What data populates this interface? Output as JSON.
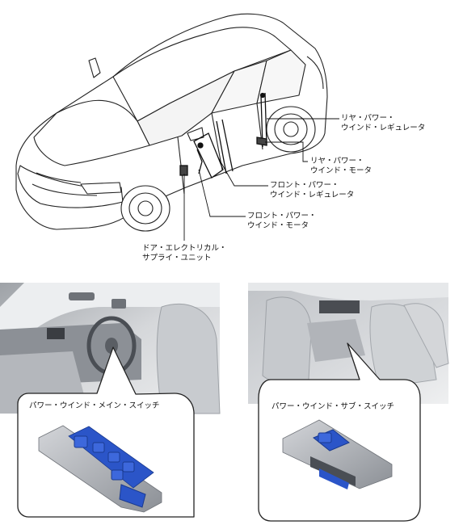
{
  "labels": {
    "rear_regulator": [
      "リヤ・パワー・",
      "ウインド・レギュレータ"
    ],
    "rear_motor": [
      "リヤ・パワー・",
      "ウインド・モータ"
    ],
    "front_regulator": [
      "フロント・パワー・",
      "ウインド・レギュレータ"
    ],
    "front_motor": [
      "フロント・パワー・",
      "ウインド・モータ"
    ],
    "door_unit": [
      "ドア・エレクトリカル・",
      "サプライ・ユニット"
    ]
  },
  "callouts": {
    "main_switch": "パワー・ウインド・メイン・スイッチ",
    "sub_switch": "パワー・ウインド・サブ・スイッチ"
  },
  "colors": {
    "switch_blue": "#2b55c8",
    "bezel_gray": "#b9bcc2",
    "interior_gray": "#c9cbce"
  }
}
